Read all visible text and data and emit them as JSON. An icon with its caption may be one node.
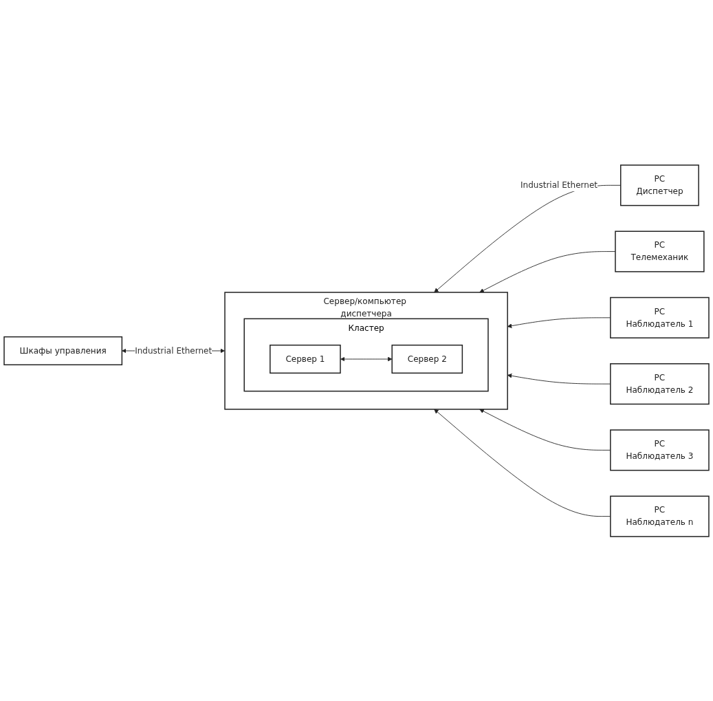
{
  "diagram": {
    "nodes": [
      {
        "text": [
          "Сервер/компьютер диспетчера"
        ]
      },
      {
        "text": [
          "Кластер"
        ],
        "in": 0
      },
      {
        "text": [
          "Сервер 1"
        ],
        "in": 1
      },
      {
        "text": [
          "Сервер 2"
        ],
        "in": 1
      },
      {
        "text": [
          "PC",
          "Диспетчер"
        ]
      },
      {
        "text": [
          "PC",
          "Телемеханик"
        ]
      },
      {
        "text": [
          "PC",
          "Наблюдатель 1"
        ]
      },
      {
        "text": [
          "PC",
          "Наблюдатель 2"
        ]
      },
      {
        "text": [
          "PC",
          "Наблюдатель 3"
        ]
      },
      {
        "text": [
          "PC",
          "Наблюдатель n"
        ]
      },
      {
        "text": [
          "Шкафы управления"
        ]
      }
    ],
    "edges": [
      {
        "from": 2,
        "to": 3,
        "arrow": "both"
      },
      {
        "from": 4,
        "to": 0,
        "arrow": "to",
        "label": "Industrial Ethernet"
      },
      {
        "from": 5,
        "to": 0,
        "arrow": "to"
      },
      {
        "from": 6,
        "to": 0,
        "arrow": "to"
      },
      {
        "from": 7,
        "to": 0,
        "arrow": "to"
      },
      {
        "from": 8,
        "to": 0,
        "arrow": "to"
      },
      {
        "from": 9,
        "to": 0,
        "arrow": "to"
      },
      {
        "from": 0,
        "to": 10,
        "arrow": "both",
        "label": "Industrial Ethernet"
      }
    ]
  }
}
